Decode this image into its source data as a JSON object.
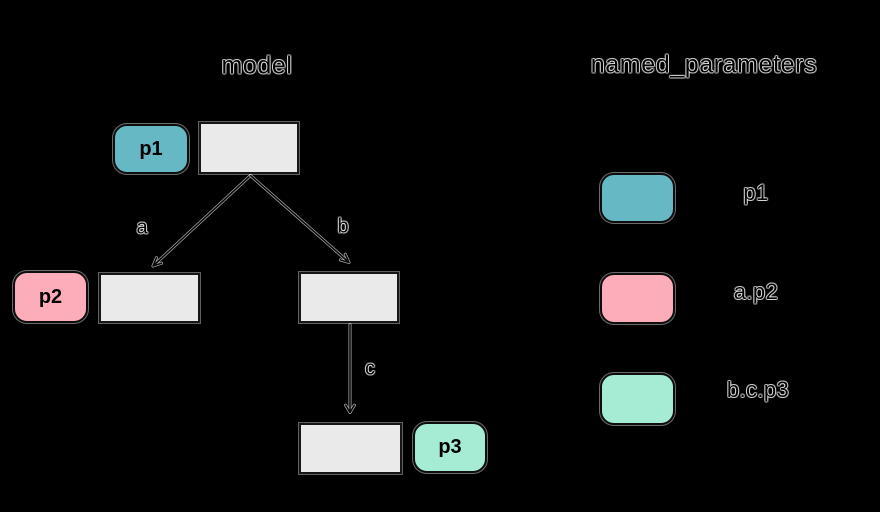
{
  "colors": {
    "background": "#000000",
    "teal": "#67b8c5",
    "pink": "#fdacba",
    "mint": "#a6ecd4",
    "module_fill": "#eaeaea",
    "stroke": "#161616"
  },
  "diagram": {
    "title": "model",
    "params": [
      {
        "label": "p1",
        "color": "#67b8c5"
      },
      {
        "label": "p2",
        "color": "#fdacba"
      },
      {
        "label": "p3",
        "color": "#a6ecd4"
      }
    ],
    "edges": [
      {
        "label": "a"
      },
      {
        "label": "b"
      },
      {
        "label": "c"
      }
    ]
  },
  "legend": {
    "title": "named_parameters",
    "items": [
      {
        "label": "p1",
        "color": "#67b8c5"
      },
      {
        "label": "a.p2",
        "color": "#fdacba"
      },
      {
        "label": "b.c.p3",
        "color": "#a6ecd4"
      }
    ]
  }
}
